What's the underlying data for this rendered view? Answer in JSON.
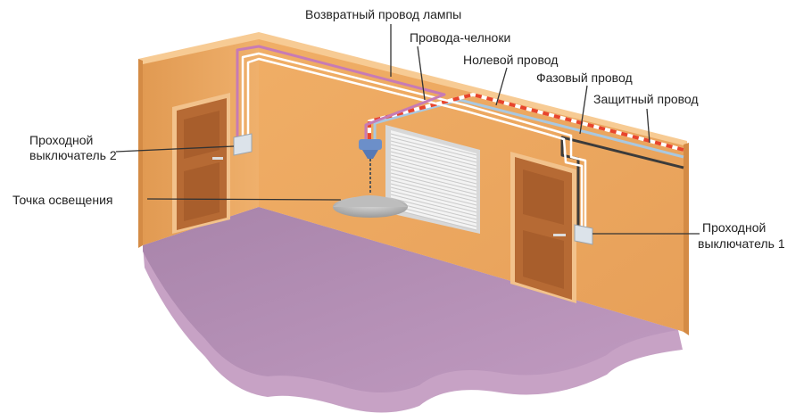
{
  "labels": {
    "return_wire": "Возвратный провод лампы",
    "shuttle_wires": "Провода-челноки",
    "neutral_wire": "Нолевой провод",
    "phase_wire": "Фазовый провод",
    "ground_wire": "Защитный провод",
    "switch2_line1": "Проходной",
    "switch2_line2": "выключатель 2",
    "light_point": "Точка освещения",
    "switch1_line1": "Проходной",
    "switch1_line2": "выключатель 1"
  },
  "colors": {
    "wall_left": "#E8A862",
    "wall_back": "#EDA55C",
    "wall_top": "#F6C58C",
    "floor": "#B58FB5",
    "floor_edge": "#C8A3C6",
    "door": "#B86B35",
    "return_wire": "#C77BB5",
    "phase_wire": "#3B3B3B",
    "neutral_wire": "#A9C8E0",
    "ground_wire": "#E8452C",
    "shuttle_wire": "#FFFFFF"
  }
}
